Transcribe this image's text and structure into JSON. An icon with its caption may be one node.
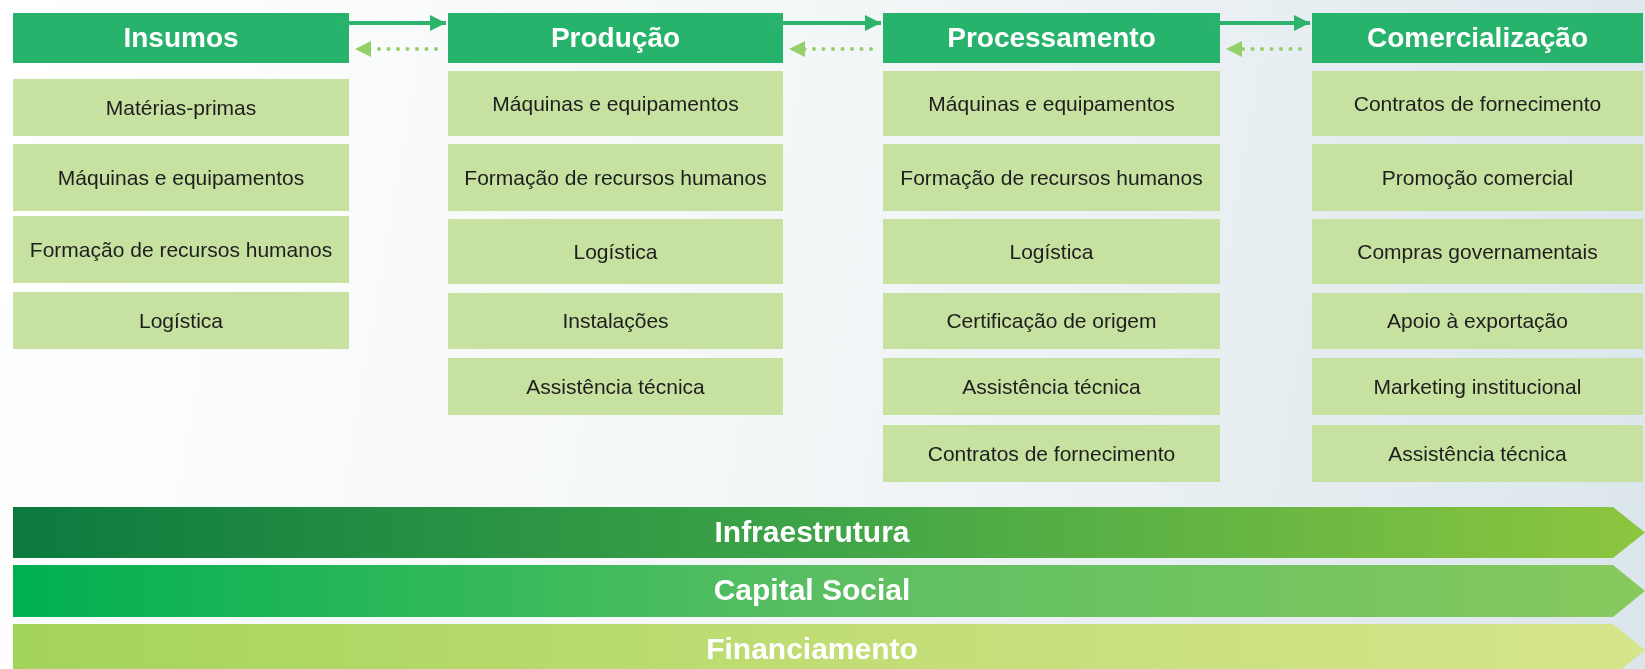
{
  "diagram": {
    "nodes": [
      {
        "text": [
          "Insumos"
        ]
      },
      {
        "text": [
          "Matérias-primas"
        ]
      },
      {
        "text": [
          "Máquinas e equipamentos"
        ]
      },
      {
        "text": [
          "Formação de recursos humanos"
        ]
      },
      {
        "text": [
          "Logística"
        ]
      },
      {
        "text": [
          "Produção"
        ]
      },
      {
        "text": [
          "Máquinas e equipamentos"
        ]
      },
      {
        "text": [
          "Formação de recursos humanos"
        ]
      },
      {
        "text": [
          "Logística"
        ]
      },
      {
        "text": [
          "Instalações"
        ]
      },
      {
        "text": [
          "Assistência técnica"
        ]
      },
      {
        "text": [
          "Processamento"
        ]
      },
      {
        "text": [
          "Máquinas e equipamentos"
        ]
      },
      {
        "text": [
          "Formação de recursos humanos"
        ]
      },
      {
        "text": [
          "Logística"
        ]
      },
      {
        "text": [
          "Certificação de origem"
        ]
      },
      {
        "text": [
          "Assistência técnica"
        ]
      },
      {
        "text": [
          "Contratos de fornecimento"
        ]
      },
      {
        "text": [
          "Comercialização"
        ]
      },
      {
        "text": [
          "Contratos de fornecimento"
        ]
      },
      {
        "text": [
          "Promoção comercial"
        ]
      },
      {
        "text": [
          "Compras governamentais"
        ]
      },
      {
        "text": [
          "Apoio à exportação"
        ]
      },
      {
        "text": [
          "Marketing institucional"
        ]
      },
      {
        "text": [
          "Assistência técnica"
        ]
      },
      {
        "text": [
          "Infraestrutura"
        ]
      },
      {
        "text": [
          "Capital Social"
        ]
      },
      {
        "text": [
          "Financiamento"
        ]
      }
    ],
    "edges": [
      {
        "from": 0,
        "to": 5,
        "arrow": "to"
      },
      {
        "from": 5,
        "to": 0,
        "arrow": "to",
        "style": "dashed",
        "color": "#93d06a"
      },
      {
        "from": 5,
        "to": 11,
        "arrow": "to"
      },
      {
        "from": 11,
        "to": 5,
        "arrow": "to",
        "style": "dashed",
        "color": "#93d06a"
      },
      {
        "from": 11,
        "to": 18,
        "arrow": "to"
      },
      {
        "from": 18,
        "to": 11,
        "arrow": "to",
        "style": "dashed",
        "color": "#93d06a"
      }
    ]
  }
}
